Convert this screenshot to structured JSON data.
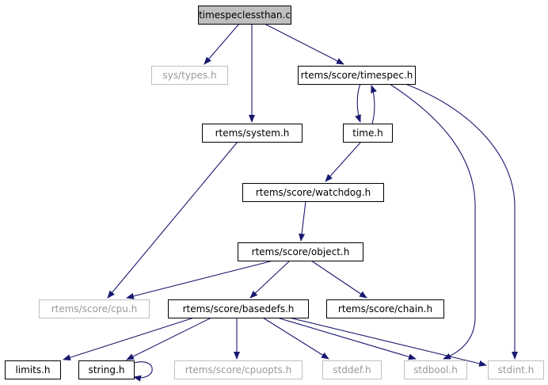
{
  "diagram": {
    "edge_color": "#191970",
    "nodes": [
      {
        "id": "root",
        "label": "timespeclessthan.c",
        "style": "root"
      },
      {
        "id": "systypes",
        "label": "sys/types.h",
        "style": "missing"
      },
      {
        "id": "timespec",
        "label": "rtems/score/timespec.h",
        "style": "solid"
      },
      {
        "id": "system",
        "label": "rtems/system.h",
        "style": "solid"
      },
      {
        "id": "time",
        "label": "time.h",
        "style": "solid"
      },
      {
        "id": "watchdog",
        "label": "rtems/score/watchdog.h",
        "style": "solid"
      },
      {
        "id": "object",
        "label": "rtems/score/object.h",
        "style": "solid"
      },
      {
        "id": "cpu",
        "label": "rtems/score/cpu.h",
        "style": "missing"
      },
      {
        "id": "basedefs",
        "label": "rtems/score/basedefs.h",
        "style": "solid"
      },
      {
        "id": "chain",
        "label": "rtems/score/chain.h",
        "style": "solid"
      },
      {
        "id": "limits",
        "label": "limits.h",
        "style": "solid"
      },
      {
        "id": "string",
        "label": "string.h",
        "style": "solid"
      },
      {
        "id": "cpuopts",
        "label": "rtems/score/cpuopts.h",
        "style": "missing"
      },
      {
        "id": "stddef",
        "label": "stddef.h",
        "style": "missing"
      },
      {
        "id": "stdbool",
        "label": "stdbool.h",
        "style": "missing"
      },
      {
        "id": "stdint",
        "label": "stdint.h",
        "style": "missing"
      }
    ],
    "edges": [
      {
        "from": "root",
        "to": "systypes"
      },
      {
        "from": "root",
        "to": "system"
      },
      {
        "from": "root",
        "to": "timespec"
      },
      {
        "from": "timespec",
        "to": "time"
      },
      {
        "from": "time",
        "to": "timespec"
      },
      {
        "from": "timespec",
        "to": "stdbool"
      },
      {
        "from": "timespec",
        "to": "stdint"
      },
      {
        "from": "system",
        "to": "cpu"
      },
      {
        "from": "time",
        "to": "watchdog"
      },
      {
        "from": "watchdog",
        "to": "object"
      },
      {
        "from": "object",
        "to": "cpu"
      },
      {
        "from": "object",
        "to": "basedefs"
      },
      {
        "from": "object",
        "to": "chain"
      },
      {
        "from": "basedefs",
        "to": "limits"
      },
      {
        "from": "basedefs",
        "to": "string"
      },
      {
        "from": "basedefs",
        "to": "cpuopts"
      },
      {
        "from": "basedefs",
        "to": "stddef"
      },
      {
        "from": "basedefs",
        "to": "stdbool"
      },
      {
        "from": "basedefs",
        "to": "stdint"
      },
      {
        "from": "string",
        "to": "string"
      }
    ]
  }
}
